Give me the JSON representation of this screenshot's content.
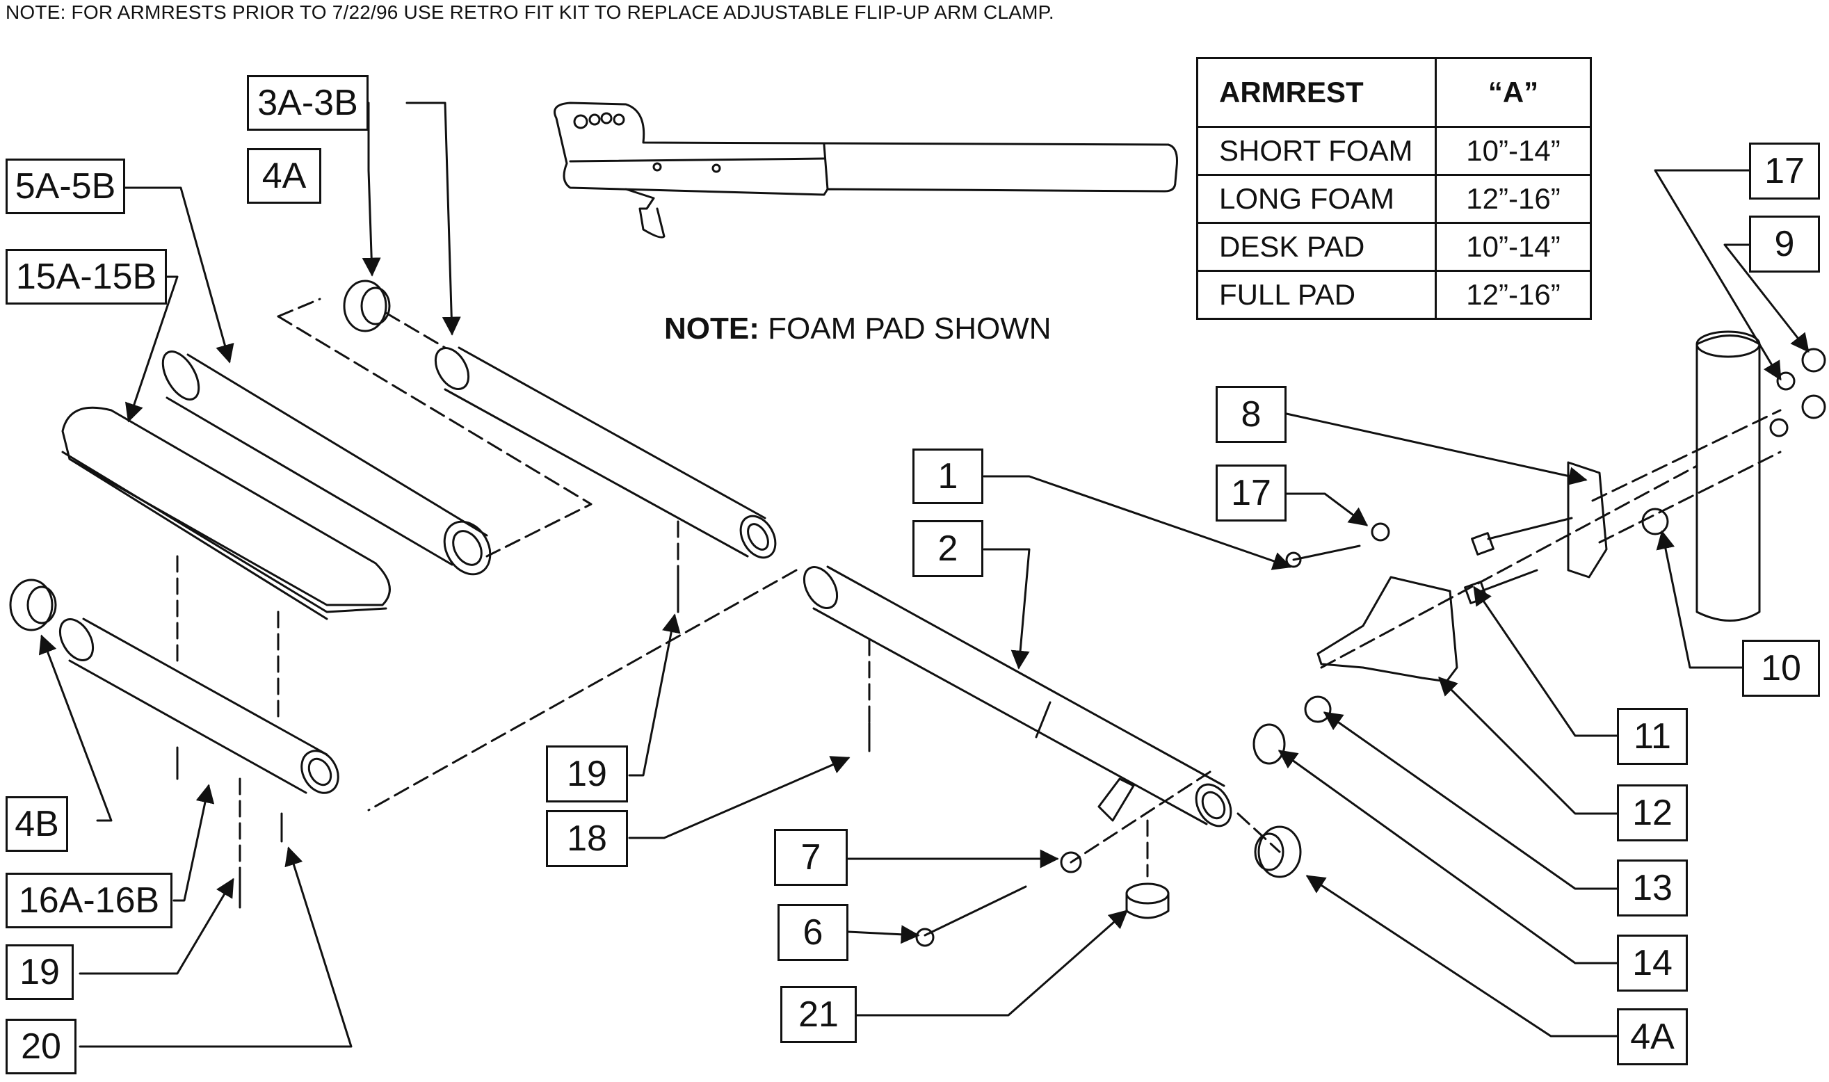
{
  "top_note": "NOTE: FOR ARMRESTS PRIOR TO 7/22/96 USE RETRO FIT KIT TO REPLACE ADJUSTABLE FLIP-UP ARM CLAMP.",
  "foam_note": {
    "bold": "NOTE:",
    "text": " FOAM PAD SHOWN"
  },
  "table": {
    "headers": [
      "ARMREST",
      "“A”"
    ],
    "rows": [
      [
        "SHORT FOAM",
        "10”-14”"
      ],
      [
        "LONG FOAM",
        "12”-16”"
      ],
      [
        "DESK PAD",
        "10”-14”"
      ],
      [
        "FULL PAD",
        "12”-16”"
      ]
    ]
  },
  "callouts": [
    {
      "id": "c-3a3b",
      "label": "3A-3B"
    },
    {
      "id": "c-4a-top",
      "label": "4A"
    },
    {
      "id": "c-5a5b",
      "label": "5A-5B"
    },
    {
      "id": "c-15a15b",
      "label": "15A-15B"
    },
    {
      "id": "c-4b",
      "label": "4B"
    },
    {
      "id": "c-16a16b",
      "label": "16A-16B"
    },
    {
      "id": "c-19-left",
      "label": "19"
    },
    {
      "id": "c-20",
      "label": "20"
    },
    {
      "id": "c-19-mid",
      "label": "19"
    },
    {
      "id": "c-18",
      "label": "18"
    },
    {
      "id": "c-1",
      "label": "1"
    },
    {
      "id": "c-2",
      "label": "2"
    },
    {
      "id": "c-7",
      "label": "7"
    },
    {
      "id": "c-6",
      "label": "6"
    },
    {
      "id": "c-21",
      "label": "21"
    },
    {
      "id": "c-8",
      "label": "8"
    },
    {
      "id": "c-17-mid",
      "label": "17"
    },
    {
      "id": "c-17-right",
      "label": "17"
    },
    {
      "id": "c-9",
      "label": "9"
    },
    {
      "id": "c-10",
      "label": "10"
    },
    {
      "id": "c-11",
      "label": "11"
    },
    {
      "id": "c-12",
      "label": "12"
    },
    {
      "id": "c-13",
      "label": "13"
    },
    {
      "id": "c-14",
      "label": "14"
    },
    {
      "id": "c-4a-bottom",
      "label": "4A"
    }
  ]
}
